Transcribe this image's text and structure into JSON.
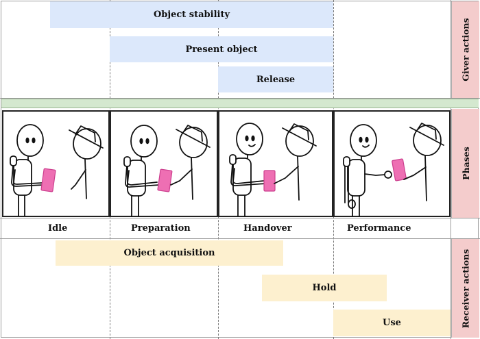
{
  "giver_actions": {
    "label": "Giver actions",
    "bars": [
      "Object stability",
      "Present object",
      "Release"
    ]
  },
  "phases": {
    "label": "Phases",
    "items": [
      "Idle",
      "Preparation",
      "Handover",
      "Performance"
    ]
  },
  "receiver_actions": {
    "label": "Receiver actions",
    "bars": [
      "Object acquisition",
      "Hold",
      "Use"
    ]
  },
  "colors": {
    "giver_bar": "#dce8fb",
    "receiver_bar": "#fdf0cf",
    "phase_band": "#d4e8cf",
    "side_label": "#f4cccc",
    "object": "#ee6fb3"
  }
}
